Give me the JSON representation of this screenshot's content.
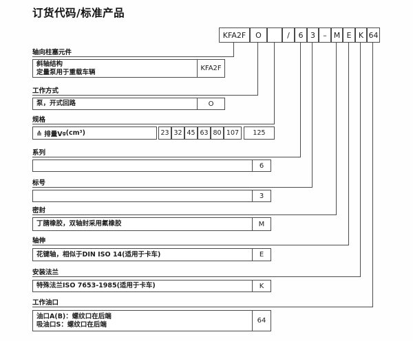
{
  "title": "订货代码/标准产品",
  "code_row": {
    "cells": [
      "KFA2F",
      "O",
      "",
      "/",
      "6",
      "3",
      "–",
      "M",
      "E",
      "K",
      "64"
    ]
  },
  "sections": [
    {
      "label": "轴向柱塞元件",
      "desc_line1": "斜轴结构",
      "desc_line2": "定量泵用于重载车辆",
      "code": "KFA2F"
    },
    {
      "label": "工作方式",
      "desc": "泵，开式回路",
      "code": "O"
    },
    {
      "label": "规格",
      "size_label_pre": "≙ 排量V",
      "size_label_sub": "g",
      "size_label_post": " (cm³)",
      "sizes": [
        "23",
        "32",
        "45",
        "63",
        "80",
        "107"
      ],
      "size_last": "125"
    },
    {
      "label": "系列",
      "desc": "",
      "code": "6"
    },
    {
      "label": "标号",
      "desc": "",
      "code": "3"
    },
    {
      "label": "密封",
      "desc": "丁腈橡胶，双轴封采用氟橡胶",
      "code": "M"
    },
    {
      "label": "轴伸",
      "desc": "花键轴，相似于DIN ISO 14(适用于卡车)",
      "code": "E"
    },
    {
      "label": "安装法兰",
      "desc": "特殊法兰ISO 7653-1985(适用于卡车)",
      "code": "K"
    },
    {
      "label": "工作油口",
      "desc_line1": "油口A(B)：螺纹口在后端",
      "desc_line2": "吸油口S：螺纹口在后端",
      "code": "64"
    }
  ],
  "colors": {
    "border": "#4a4a4a",
    "text": "#1c1c1c",
    "background": "#ffffff"
  }
}
